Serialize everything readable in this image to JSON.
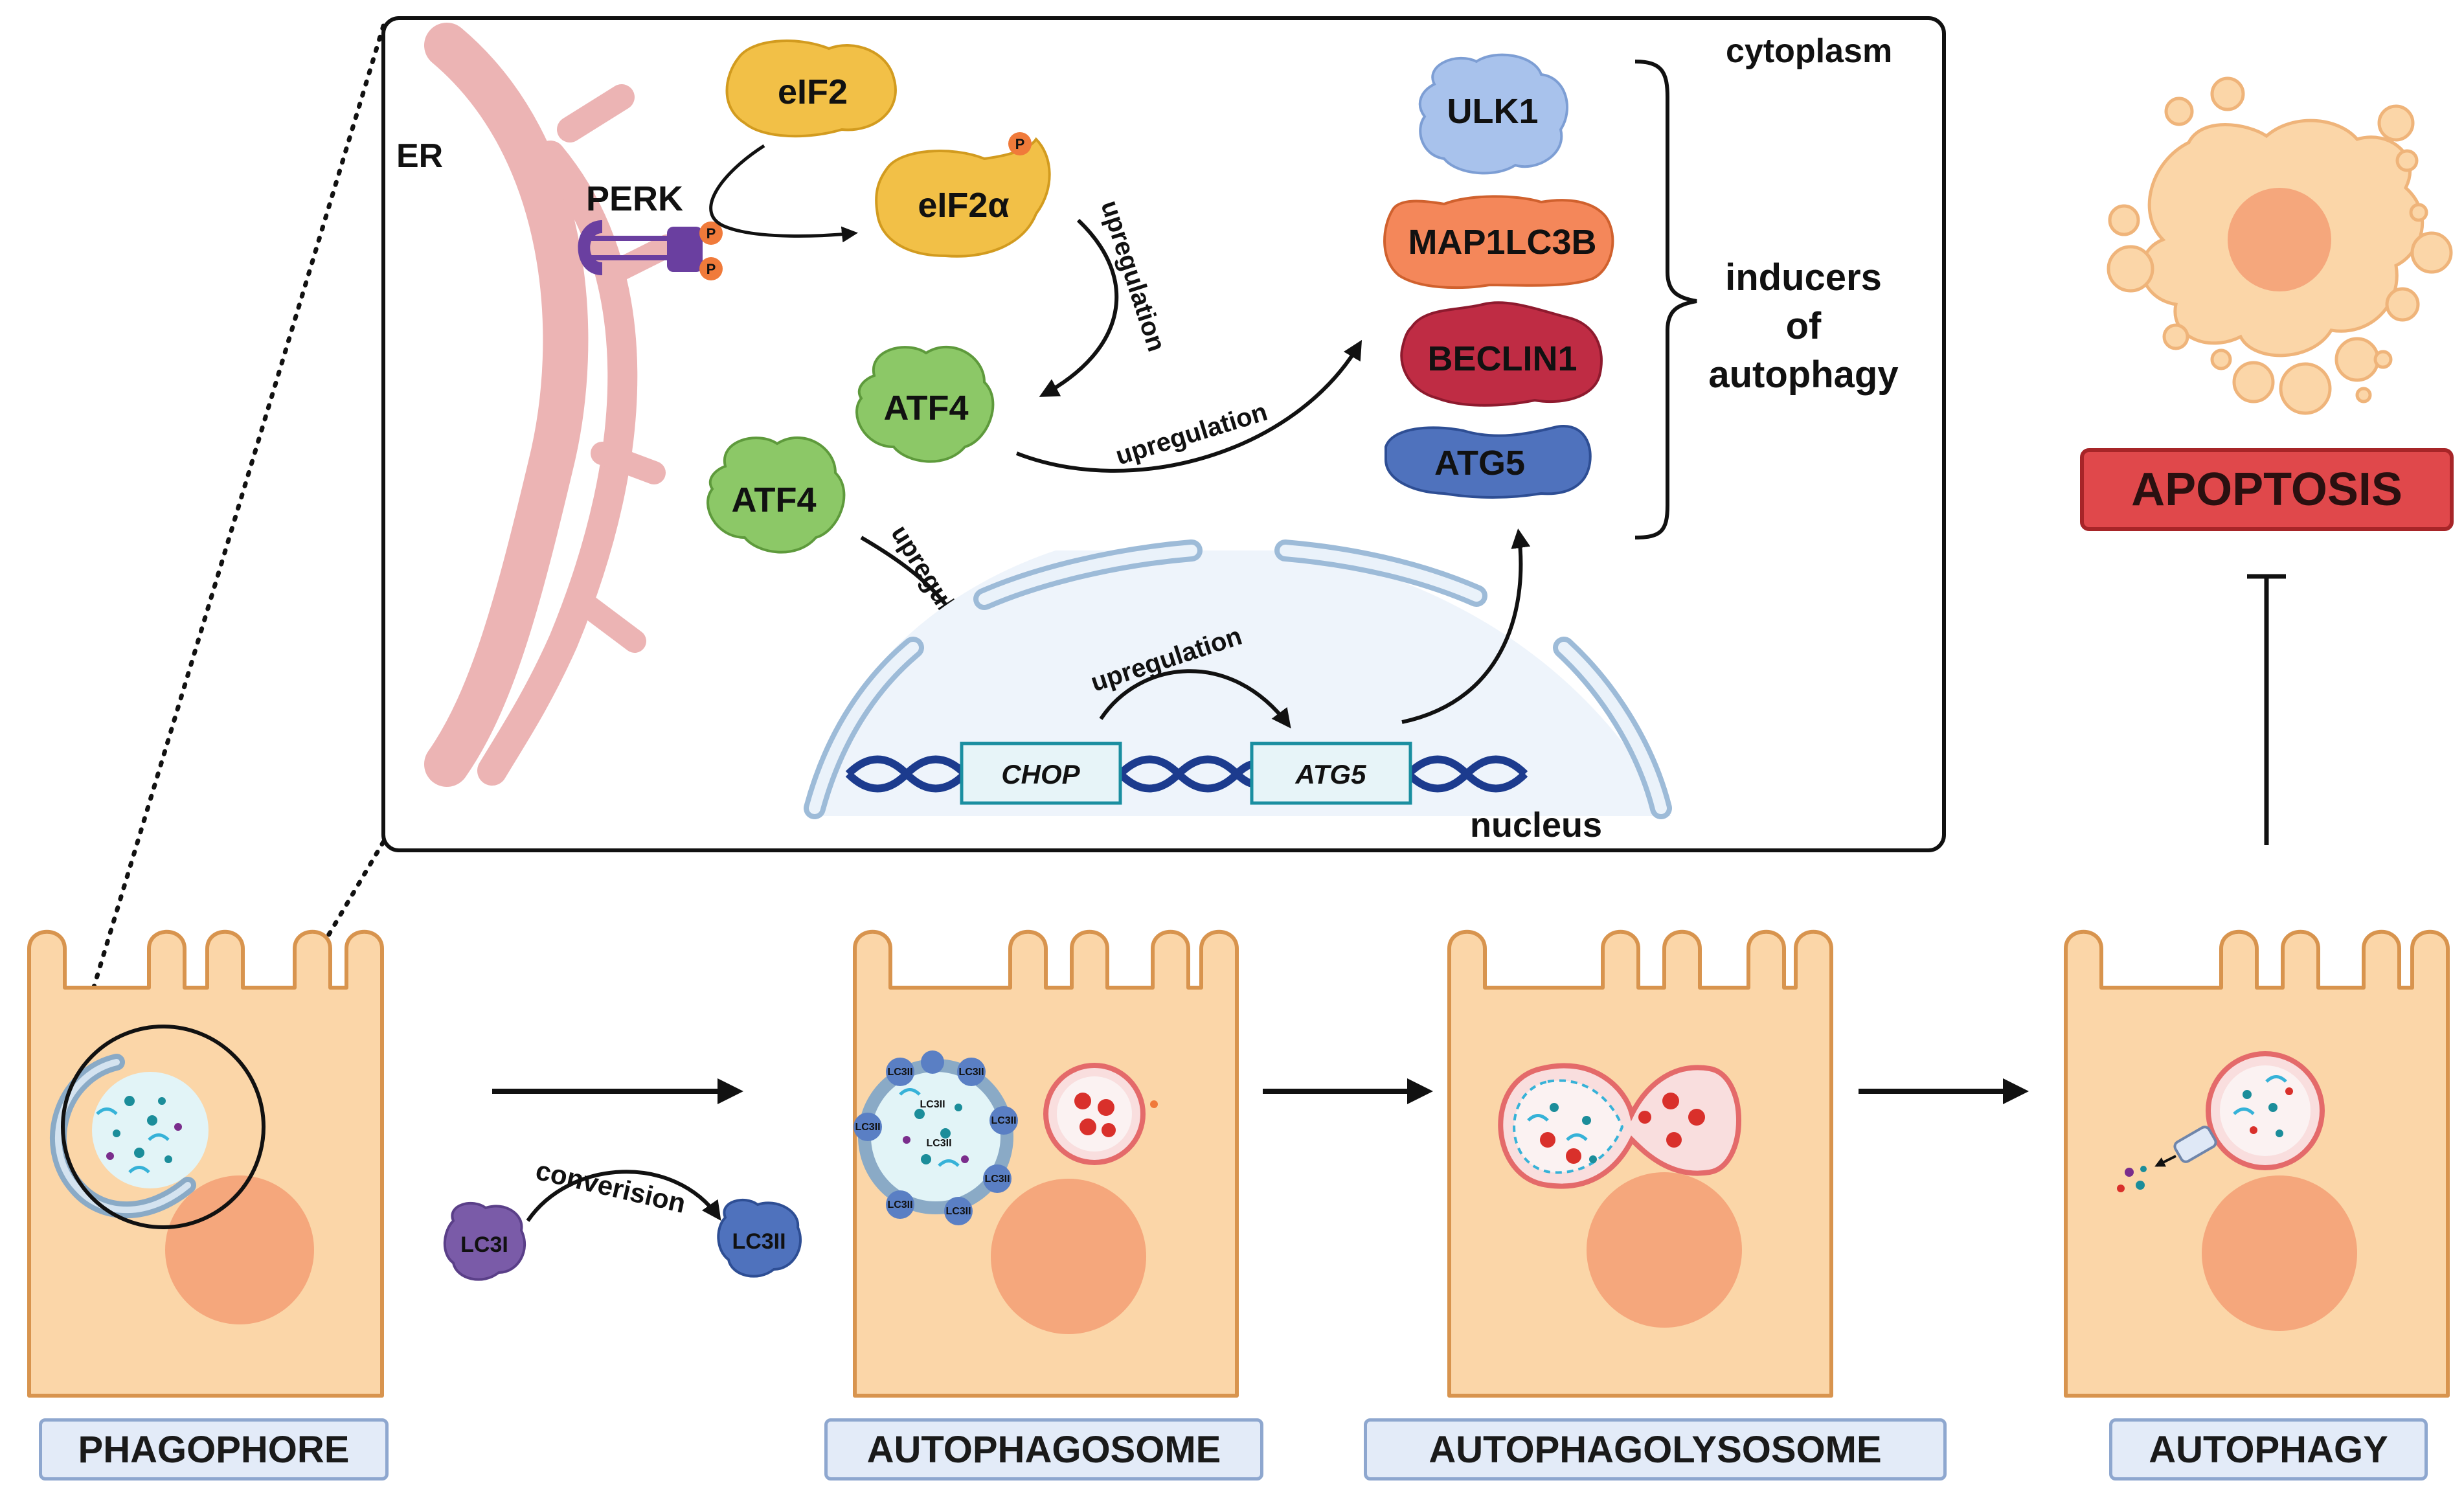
{
  "labels": {
    "er": "ER",
    "perk": "PERK",
    "p": "P",
    "eif2": "eIF2",
    "eif2a": "eIF2α",
    "atf4": "ATF4",
    "ulk1": "ULK1",
    "map1lc3b": "MAP1LC3B",
    "beclin1": "BECLIN1",
    "atg5": "ATG5",
    "cytoplasm": "cytoplasm",
    "nucleus": "nucleus",
    "upregulation": "upregulation",
    "chop_gene": "CHOP",
    "atg5_gene": "ATG5",
    "inducers_1": "inducers",
    "inducers_2": "of",
    "inducers_3": "autophagy",
    "lc3i": "LC3I",
    "lc3ii": "LC3II",
    "conversion": "converision",
    "lc3ii_small": "LC3II"
  },
  "stages": {
    "phagophore": "PHAGOPHORE",
    "autophagosome": "AUTOPHAGOSOME",
    "autophagolysosome": "AUTOPHAGOLYSOSOME",
    "autophagy": "AUTOPHAGY",
    "apoptosis": "APOPTOSIS"
  },
  "colors": {
    "cell_fill": "#fbd6a8",
    "cell_stroke": "#d8944e",
    "nucleus_fill": "#f5a77c",
    "er": "#ecb4b4",
    "eif2": "#f2c047",
    "atf4": "#8cc867",
    "ulk1": "#a8c2ec",
    "map1lc3b": "#f4875a",
    "beclin1": "#bf2c44",
    "atg5_protein": "#4f72bd",
    "dna": "#1c3b8e",
    "red_text": "#e8191d",
    "apoptosis_box": "#e0484b",
    "stage_box": "#e3ebf8"
  }
}
